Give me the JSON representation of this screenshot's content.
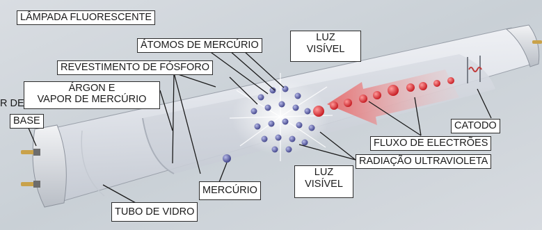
{
  "diagram": {
    "labels": {
      "title": "LÂMPADA FLUORESCENTE",
      "atomos": "ÁTOMOS DE MERCÚRIO",
      "luz_top": [
        "LUZ",
        "VISÍVEL"
      ],
      "revestimento": "REVESTIMENTO DE FÓSFORO",
      "argon": [
        "ÁRGON E",
        "VAPOR DE MERCÚRIO"
      ],
      "argon_prefix": "R DE",
      "base": "BASE",
      "catodo": "CATODO",
      "fluxo": "FLUXO DE ELECTRÕES",
      "radiacao": "RADIAÇÃO ULTRAVIOLETA",
      "luz_bottom": [
        "LUZ",
        "VISÍVEL"
      ],
      "mercurio": "MERCÚRIO",
      "tubo": "TUBO DE VIDRO"
    },
    "colors": {
      "background": "#d0d6dc",
      "tube": "#e3e6ec",
      "electron": "#d81f26",
      "atom": "#4b4f9a"
    }
  }
}
